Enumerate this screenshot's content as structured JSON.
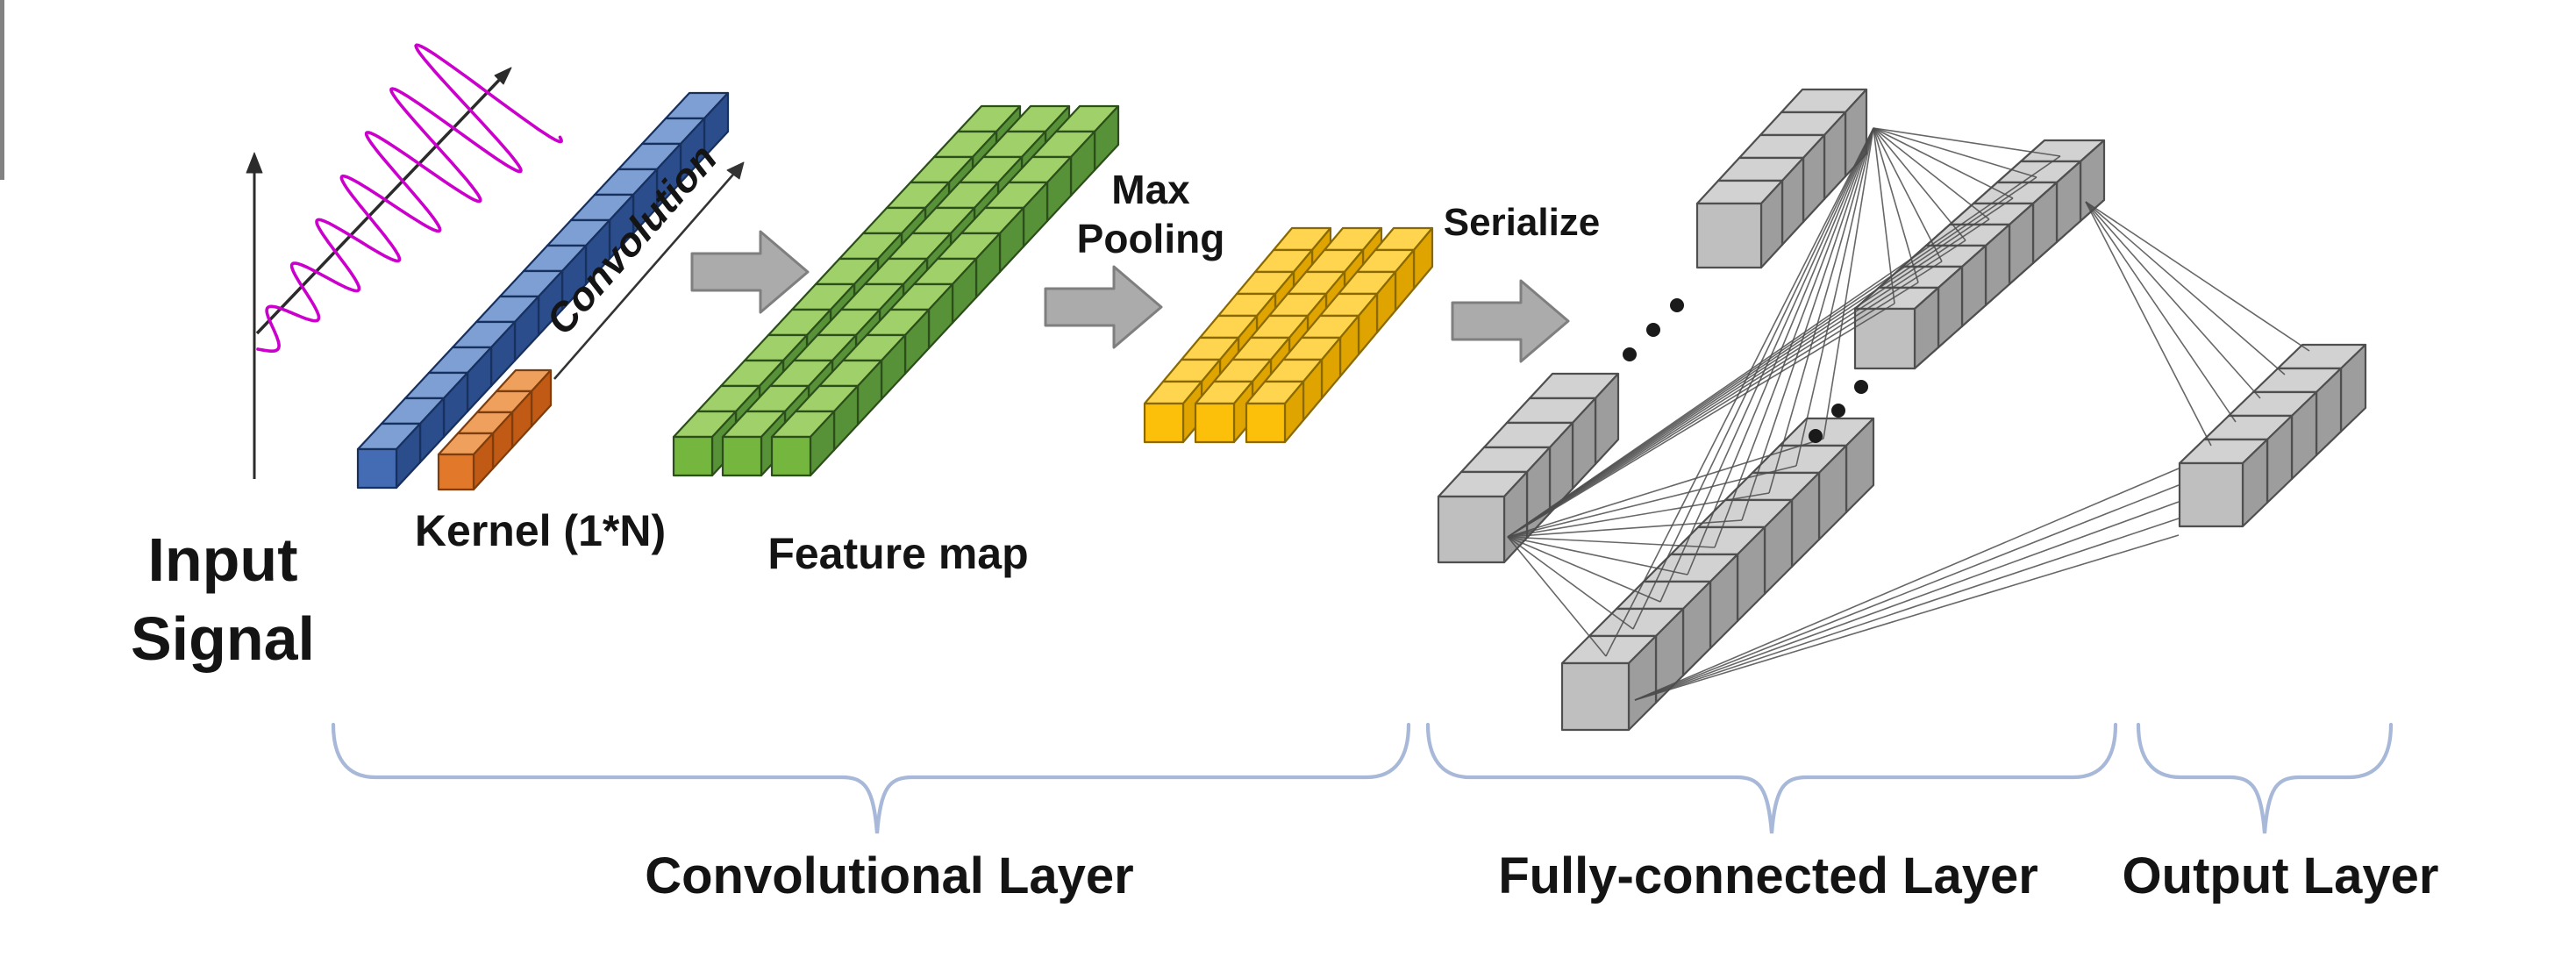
{
  "diagram": {
    "type": "neural-network-architecture",
    "description": "1D convolutional neural network: input signal convolved with kernel, feature map, max pooling, serialization, fully-connected layers, output layer",
    "labels": {
      "input_line1": "Input",
      "input_line2": "Signal",
      "kernel": "Kernel (1*N)",
      "convolution": "Convolution",
      "feature_map": "Feature map",
      "max_line1": "Max",
      "max_line2": "Pooling",
      "serialize": "Serialize",
      "conv_layer": "Convolutional Layer",
      "fc_layer": "Fully-connected Layer",
      "output_layer": "Output Layer"
    },
    "palette": {
      "signal": "#cc00cc",
      "axis": "#2b2b2b",
      "text": "#141414",
      "connection_line": "#4d4d4d",
      "arrow_fill": "#ababab",
      "arrow_stroke": "#7f7f7f",
      "brace": "#a8b8d8",
      "dot": "#1a1a1a",
      "blue": {
        "top": "#7e9fd3",
        "front": "#446cb4",
        "side": "#2b4d8c",
        "outline": "#17305e"
      },
      "orange": {
        "top": "#efa05c",
        "front": "#e2782a",
        "side": "#c05a14",
        "outline": "#7e3d0d"
      },
      "green": {
        "top": "#9fd06a",
        "front": "#74b63e",
        "side": "#579238",
        "outline": "#2c4e1a"
      },
      "yellow": {
        "top": "#ffd44f",
        "front": "#fcbf0a",
        "side": "#e0a400",
        "outline": "#8a6a00"
      },
      "gray": {
        "top": "#d2d2d2",
        "front": "#bfbfbf",
        "side": "#9d9d9d",
        "outline": "#4f4f4f"
      }
    },
    "bars": [
      {
        "id": "input-signal-bar",
        "color": "blue",
        "cubes": 14
      },
      {
        "id": "kernel-bar",
        "color": "orange",
        "cubes": 4
      },
      {
        "id": "feature-map-bar-1",
        "color": "green",
        "cubes": 13
      },
      {
        "id": "feature-map-bar-2",
        "color": "green",
        "cubes": 13
      },
      {
        "id": "feature-map-bar-3",
        "color": "green",
        "cubes": 13
      },
      {
        "id": "pooled-bar-1",
        "color": "yellow",
        "cubes": 8
      },
      {
        "id": "pooled-bar-2",
        "color": "yellow",
        "cubes": 8
      },
      {
        "id": "pooled-bar-3",
        "color": "yellow",
        "cubes": 8
      },
      {
        "id": "fc-layer1-top-bar",
        "color": "gray",
        "cubes": 5
      },
      {
        "id": "fc-layer1-bottom-bar",
        "color": "gray",
        "cubes": 5
      },
      {
        "id": "fc-layer2-top-bar",
        "color": "gray",
        "cubes": 8
      },
      {
        "id": "fc-layer2-bottom-bar",
        "color": "gray",
        "cubes": 9
      },
      {
        "id": "output-bar",
        "color": "gray",
        "cubes": 5
      }
    ],
    "ellipsis_groups": [
      {
        "id": "fc-layer1-ellipsis",
        "dots": 3
      },
      {
        "id": "fc-layer2-ellipsis",
        "dots": 3
      }
    ],
    "connections": [
      "fc-layer1-top-bar to fc-layer2-top-bar",
      "fc-layer1-top-bar to fc-layer2-bottom-bar",
      "fc-layer1-bottom-bar to fc-layer2-bottom-bar",
      "fc-layer1-bottom-bar to fc-layer2-top-bar",
      "fc-layer2-bottom-bar to output-bar",
      "fc-layer2-top-bar to output-bar"
    ]
  }
}
